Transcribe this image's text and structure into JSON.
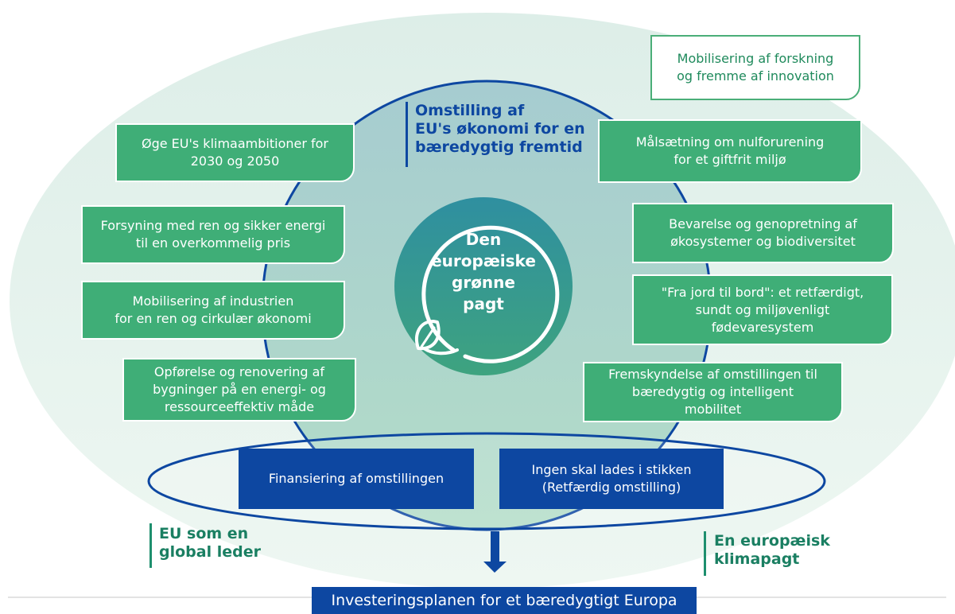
{
  "center": {
    "title": "Den\neuropæiske\ngrønne\npagt"
  },
  "top_heading": "Omstilling af\nEU's økonomi for en\nbæredygtig fremtid",
  "left_boxes": [
    "Øge EU's klimaambitioner for\n2030 og 2050",
    "Forsyning med ren og sikker energi\ntil en overkommelig pris",
    "Mobilisering af industrien\nfor en ren og cirkulær økonomi",
    "Opførelse og renovering af\nbygninger på en energi- og\nressourceeffektiv måde"
  ],
  "right_boxes": [
    "Målsætning om nulforurening\nfor et giftfrit miljø",
    "Bevarelse og genopretning af\nøkosystemer og biodiversitet",
    "\"Fra jord til bord\": et retfærdigt,\nsundt og miljøvenligt\nfødevaresystem",
    "Fremskyndelse af omstillingen til\nbæredygtig og intelligent\nmobilitet"
  ],
  "research_box": "Mobilisering af forskning\nog fremme af innovation",
  "financing": {
    "left": "Finansiering af omstillingen",
    "right": "Ingen skal lades i stikken\n(Retfærdig omstilling)"
  },
  "eu_global": "EU som en\nglobal leder",
  "climate_pact": "En europæisk\nklimapagt",
  "investment_plan": "Investeringsplanen for et bæredygtigt Europa",
  "colors": {
    "green": "#3fae77",
    "dark_blue": "#0d47a1",
    "teal": "#1e8f8a",
    "outer_bg": "#e3f2ec",
    "circle_fill": "#a9d3d0"
  }
}
